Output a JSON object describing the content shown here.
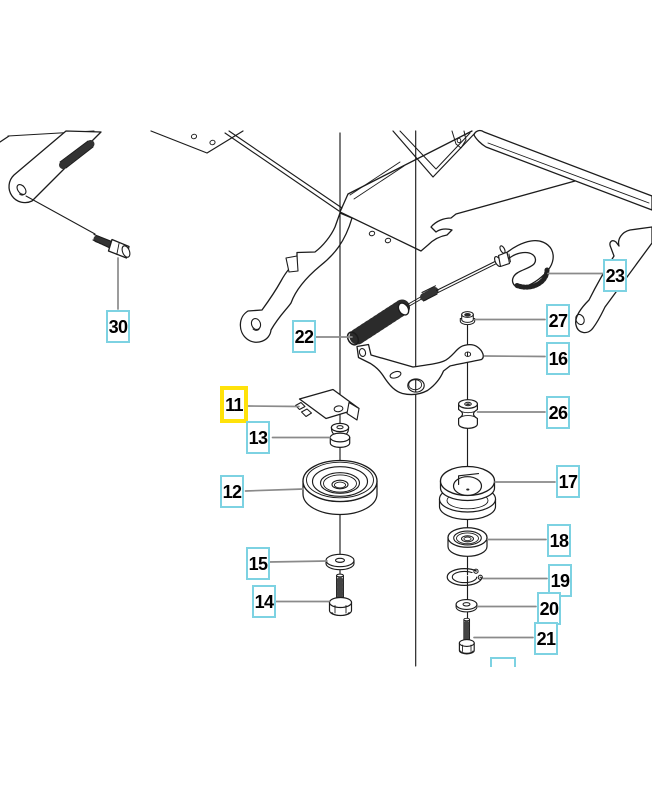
{
  "diagram": {
    "description": "Exploded parts diagram with numbered callouts",
    "colors": {
      "callout_border": "#7dd2e2",
      "highlight_border": "#ffe20a",
      "leader_line": "#8a8a8a",
      "line_art": "#1c1c1c",
      "background": "#ffffff"
    },
    "callouts": {
      "n30": {
        "number": "30",
        "highlighted": false
      },
      "n22": {
        "number": "22",
        "highlighted": false
      },
      "n23": {
        "number": "23",
        "highlighted": false
      },
      "n27": {
        "number": "27",
        "highlighted": false
      },
      "n16": {
        "number": "16",
        "highlighted": false
      },
      "n11": {
        "number": "11",
        "highlighted": true
      },
      "n13": {
        "number": "13",
        "highlighted": false
      },
      "n26": {
        "number": "26",
        "highlighted": false
      },
      "n12": {
        "number": "12",
        "highlighted": false
      },
      "n17": {
        "number": "17",
        "highlighted": false
      },
      "n18": {
        "number": "18",
        "highlighted": false
      },
      "n19": {
        "number": "19",
        "highlighted": false
      },
      "n20": {
        "number": "20",
        "highlighted": false
      },
      "n21": {
        "number": "21",
        "highlighted": false
      },
      "n15": {
        "number": "15",
        "highlighted": false
      },
      "n14": {
        "number": "14",
        "highlighted": false
      }
    }
  }
}
